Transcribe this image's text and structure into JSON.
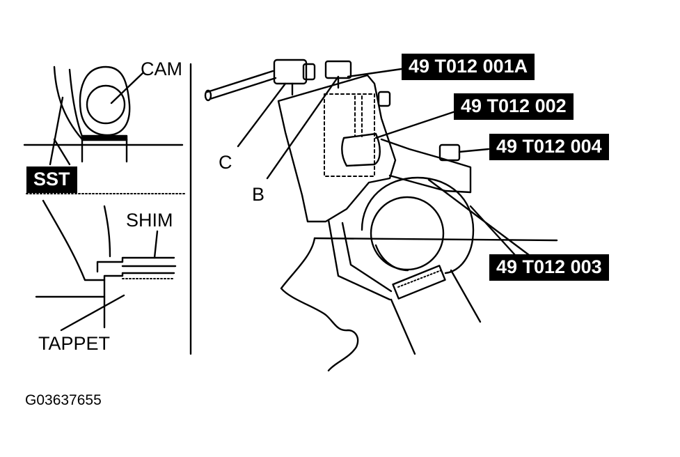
{
  "labels": {
    "cam": "CAM",
    "sst": "SST",
    "shim": "SHIM",
    "tappet": "TAPPET",
    "c": "C",
    "b": "B"
  },
  "parts": {
    "p001a": "49 T012 001A",
    "p002": "49 T012 002",
    "p004": "49 T012 004",
    "p003": "49 T012 003"
  },
  "figure_code": "G03637655",
  "colors": {
    "ink": "#000000",
    "paper": "#ffffff"
  }
}
